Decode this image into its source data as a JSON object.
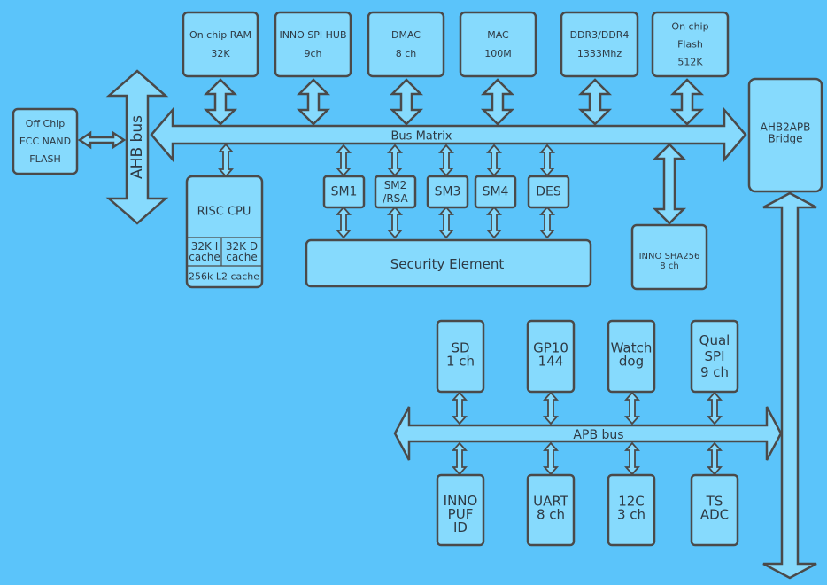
{
  "diagram": {
    "top_blocks": [
      {
        "id": "ram",
        "lines": [
          "On chip RAM",
          "32K"
        ]
      },
      {
        "id": "spi-hub",
        "lines": [
          "INNO SPI HUB",
          "9ch"
        ]
      },
      {
        "id": "dmac",
        "lines": [
          "DMAC",
          "8 ch"
        ]
      },
      {
        "id": "mac",
        "lines": [
          "MAC",
          "100M"
        ]
      },
      {
        "id": "ddr",
        "lines": [
          "DDR3/DDR4",
          "1333Mhz"
        ]
      },
      {
        "id": "flash",
        "lines": [
          "On chip",
          "Flash",
          "512K"
        ]
      }
    ],
    "off_chip": {
      "lines": [
        "Off Chip",
        "ECC  NAND",
        "FLASH"
      ]
    },
    "ahb_bus_label": "AHB bus",
    "bus_matrix_label": "Bus Matrix",
    "bridge": {
      "lines": [
        "AHB2APB",
        "Bridge"
      ]
    },
    "cpu": {
      "title": "RISC CPU",
      "icache": [
        "32K  I",
        "cache"
      ],
      "dcache": [
        "32K  D",
        "cache"
      ],
      "l2": "256k L2 cache"
    },
    "crypto_blocks": [
      {
        "id": "sm1",
        "lines": [
          "SM1"
        ]
      },
      {
        "id": "sm2",
        "lines": [
          "SM2",
          "/RSA"
        ]
      },
      {
        "id": "sm3",
        "lines": [
          "SM3"
        ]
      },
      {
        "id": "sm4",
        "lines": [
          "SM4"
        ]
      },
      {
        "id": "des",
        "lines": [
          "DES"
        ]
      }
    ],
    "security_element": "Security  Element",
    "sha": {
      "lines": [
        "INNO SHA256",
        "8  ch"
      ]
    },
    "apb_top": [
      {
        "id": "sd",
        "lines": [
          "SD",
          "1  ch"
        ]
      },
      {
        "id": "gpio",
        "lines": [
          "GP10",
          "144"
        ]
      },
      {
        "id": "watchdog",
        "lines": [
          "Watch",
          "dog"
        ]
      },
      {
        "id": "qspi",
        "lines": [
          "Qual",
          "SPI",
          "9  ch"
        ]
      }
    ],
    "apb_bus_label": "APB  bus",
    "apb_bottom": [
      {
        "id": "puf",
        "lines": [
          "INNO",
          "PUF",
          "ID"
        ]
      },
      {
        "id": "uart",
        "lines": [
          "UART",
          "8  ch"
        ]
      },
      {
        "id": "i2c",
        "lines": [
          "12C",
          "3  ch"
        ]
      },
      {
        "id": "tsadc",
        "lines": [
          "TS",
          "ADC"
        ]
      }
    ]
  }
}
